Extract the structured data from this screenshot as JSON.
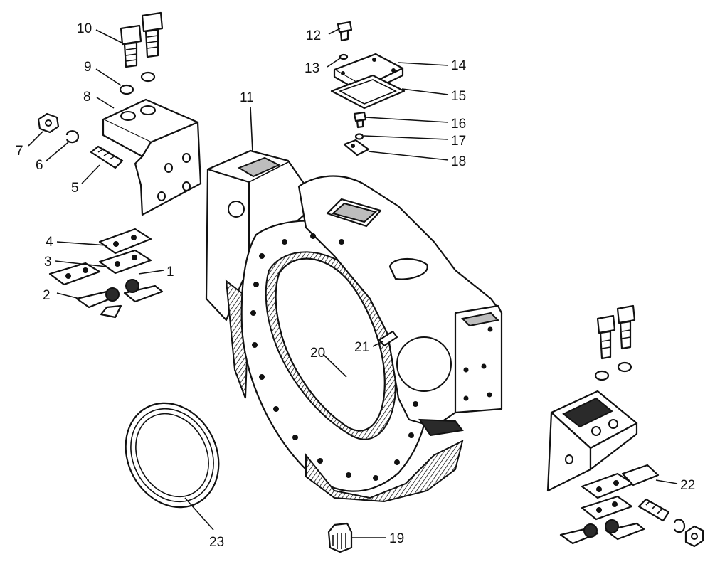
{
  "callouts": {
    "n1": "1",
    "n2": "2",
    "n3": "3",
    "n4": "4",
    "n5": "5",
    "n6": "6",
    "n7": "7",
    "n8": "8",
    "n9": "9",
    "n10": "10",
    "n11": "11",
    "n12": "12",
    "n13": "13",
    "n14": "14",
    "n15": "15",
    "n16": "16",
    "n17": "17",
    "n18": "18",
    "n19": "19",
    "n20": "20",
    "n21": "21",
    "n22": "22",
    "n23": "23"
  }
}
